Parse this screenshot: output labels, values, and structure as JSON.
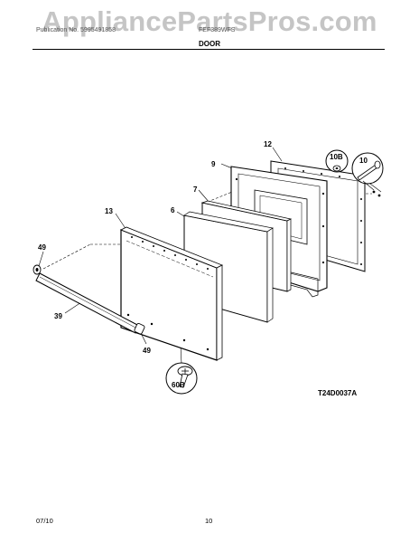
{
  "watermark": "AppliancePartsPros.com",
  "header": {
    "left": "Publication No. 5995491858",
    "middle": "FEF389WFS",
    "title": "DOOR"
  },
  "diagram": {
    "code": "T24D0037A",
    "callouts": {
      "c12": "12",
      "c9": "9",
      "c7": "7",
      "c6": "6",
      "c13": "13",
      "c49a": "49",
      "c39": "39",
      "c49b": "49",
      "c10b": "10B",
      "c10": "10",
      "c60b": "60B"
    }
  },
  "footer": {
    "date": "07/10",
    "page": "10"
  }
}
